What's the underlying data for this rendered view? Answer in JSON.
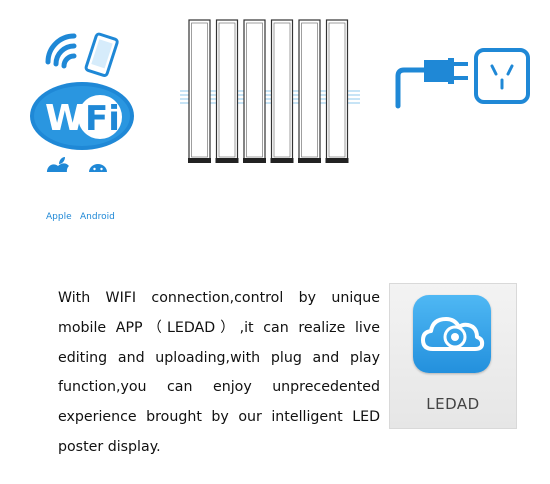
{
  "wifi_logo": {
    "text": "WiFi"
  },
  "platforms": [
    {
      "label": "Apple",
      "icon": "apple-icon"
    },
    {
      "label": "Android",
      "icon": "android-icon"
    }
  ],
  "panels": {
    "count": 6,
    "icon": "led-poster-panel-icon"
  },
  "power": {
    "icon": "power-plug-socket-icon"
  },
  "description": "With WIFI connection,control by unique mobile APP（LEDAD）,it can realize live editing and uploading,with plug and play function,you can enjoy unprecedented experience brought by our intelligent LED poster display.",
  "app": {
    "name": "LEDAD",
    "icon": "cloud-app-icon"
  },
  "colors": {
    "accent_blue": "#1f88d6",
    "light_blue": "#5ab4ee",
    "dark_blue": "#1565b8",
    "text": "#111111"
  }
}
